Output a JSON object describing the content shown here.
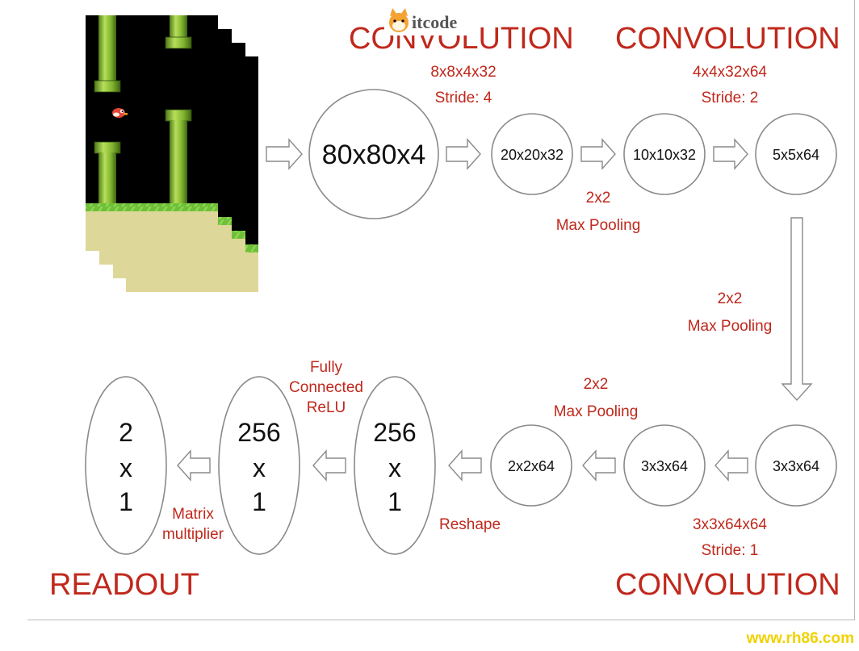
{
  "headings": {
    "conv1": "CONVOLUTION",
    "conv2": "CONVOLUTION",
    "conv3": "CONVOLUTION",
    "readout": "READOUT"
  },
  "watermark": {
    "text": "itcode",
    "icon": "cat-face-logo"
  },
  "footer_url": "www.rh86.com",
  "colors": {
    "annotation": "#c0281c",
    "node_stroke": "#8a8a8a",
    "node_text": "#111111",
    "url": "#f0d200"
  },
  "input_frames": {
    "description_icon": "flappy-bird-game-frame",
    "count": 4
  },
  "nodes": {
    "input": "80x80x4",
    "conv1_out": "20x20x32",
    "pool1_out": "10x10x32",
    "conv2_out": "5x5x64",
    "pool2_out": "3x3x64",
    "conv3_out": "3x3x64",
    "pool3_out": "2x2x64",
    "reshape": [
      "256",
      "x",
      "1"
    ],
    "fc": [
      "256",
      "x",
      "1"
    ],
    "readout": [
      "2",
      "x",
      "1"
    ]
  },
  "annotations": {
    "conv1_filter": "8x8x4x32",
    "conv1_stride": "Stride: 4",
    "conv2_filter": "4x4x32x64",
    "conv2_stride": "Stride: 2",
    "pool1_size": "2x2",
    "pool1_label": "Max Pooling",
    "pool2_size": "2x2",
    "pool2_label": "Max Pooling",
    "conv3_filter": "3x3x64x64",
    "conv3_stride": "Stride: 1",
    "pool3_size": "2x2",
    "pool3_label": "Max Pooling",
    "fc_lines": [
      "Fully",
      "Connected",
      "ReLU"
    ],
    "reshape_label": "Reshape",
    "matrix_lines": [
      "Matrix",
      "multiplier"
    ]
  }
}
